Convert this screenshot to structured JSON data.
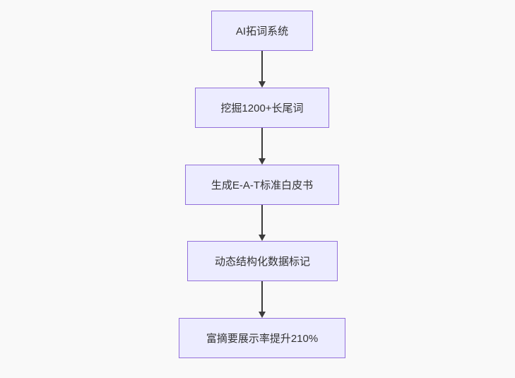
{
  "diagram": {
    "type": "flowchart",
    "direction": "top-down",
    "nodes": [
      {
        "id": 1,
        "label": "AI拓词系统"
      },
      {
        "id": 2,
        "label": "挖掘1200+长尾词"
      },
      {
        "id": 3,
        "label": "生成E-A-T标准白皮书"
      },
      {
        "id": 4,
        "label": "动态结构化数据标记"
      },
      {
        "id": 5,
        "label": "富摘要展示率提升210%"
      }
    ],
    "edges": [
      {
        "from": 1,
        "to": 2
      },
      {
        "from": 2,
        "to": 3
      },
      {
        "from": 3,
        "to": 4
      },
      {
        "from": 4,
        "to": 5
      }
    ]
  },
  "theme": {
    "canvas_bg": "#f9f9f9",
    "node_fill": "#ececff",
    "node_border": "#9370db",
    "text_color": "#333333",
    "arrow_color": "#3b3b3b"
  }
}
